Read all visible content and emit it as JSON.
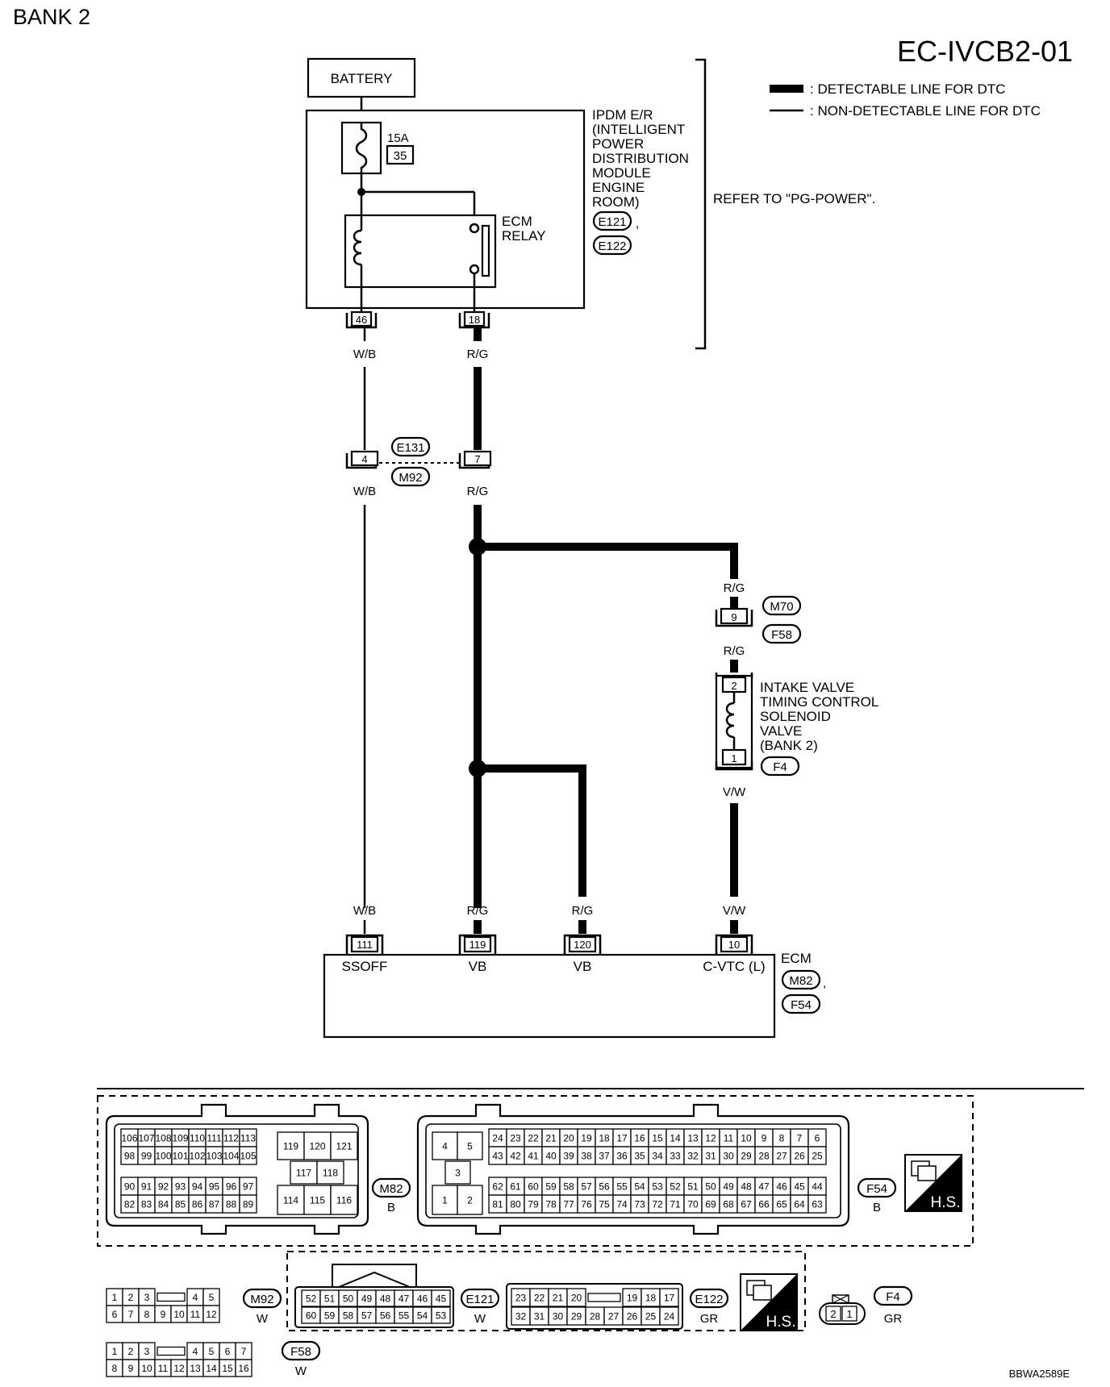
{
  "page": {
    "bank_label": "BANK 2",
    "diagram_code": "EC-IVCB2-01",
    "footer_code": "BBWA2589E"
  },
  "legend": {
    "detectable": ": DETECTABLE LINE FOR DTC",
    "non_detectable": ": NON-DETECTABLE LINE FOR DTC"
  },
  "battery": {
    "label": "BATTERY"
  },
  "ipdm": {
    "name_lines": [
      "IPDM E/R",
      "(INTELLIGENT",
      "POWER",
      "DISTRIBUTION",
      "MODULE",
      "ENGINE",
      "ROOM)"
    ],
    "connectors": [
      "E121",
      "E122"
    ],
    "fuse_rating": "15A",
    "fuse_number": "35",
    "relay_lines": [
      "ECM",
      "RELAY"
    ],
    "refer_text": "REFER TO \"PG-POWER\".",
    "terminals": [
      "46",
      "18"
    ]
  },
  "wires": {
    "wb": "W/B",
    "rg": "R/G",
    "vw": "V/W"
  },
  "joint_connector": {
    "connectors": [
      "E131",
      "M92"
    ],
    "terminals": [
      "4",
      "7"
    ]
  },
  "solenoid_connector": {
    "connectors": [
      "M70",
      "F58"
    ],
    "terminal": "9"
  },
  "solenoid": {
    "name_lines": [
      "INTAKE VALVE",
      "TIMING CONTROL",
      "SOLENOID",
      "VALVE",
      "(BANK 2)"
    ],
    "connector": "F4",
    "terminals": [
      "2",
      "1"
    ]
  },
  "ecm": {
    "name": "ECM",
    "connectors": [
      "M82",
      "F54"
    ],
    "terminals": [
      {
        "number": "111",
        "signal": "SSOFF"
      },
      {
        "number": "119",
        "signal": "VB"
      },
      {
        "number": "120",
        "signal": "VB"
      },
      {
        "number": "10",
        "signal": "C-VTC (L)"
      }
    ]
  },
  "connector_views": {
    "m82": {
      "id": "M82",
      "color": "B",
      "top_row": [
        "106",
        "107",
        "108",
        "109",
        "110",
        "111",
        "112",
        "113"
      ],
      "row2": [
        "98",
        "99",
        "100",
        "101",
        "102",
        "103",
        "104",
        "105"
      ],
      "row3": [
        "90",
        "91",
        "92",
        "93",
        "94",
        "95",
        "96",
        "97"
      ],
      "row4": [
        "82",
        "83",
        "84",
        "85",
        "86",
        "87",
        "88",
        "89"
      ],
      "block_a": [
        "119",
        "120",
        "121"
      ],
      "block_b": [
        "117",
        "118"
      ],
      "block_c": [
        "114",
        "115",
        "116"
      ]
    },
    "f54": {
      "id": "F54",
      "color": "B",
      "left_a": [
        "4",
        "5"
      ],
      "left_b": [
        "3"
      ],
      "left_c": [
        "1",
        "2"
      ],
      "row1": [
        "24",
        "23",
        "22",
        "21",
        "20",
        "19",
        "18",
        "17",
        "16",
        "15",
        "14",
        "13",
        "12",
        "11",
        "10",
        "9",
        "8",
        "7",
        "6"
      ],
      "row2": [
        "43",
        "42",
        "41",
        "40",
        "39",
        "38",
        "37",
        "36",
        "35",
        "34",
        "33",
        "32",
        "31",
        "30",
        "29",
        "28",
        "27",
        "26",
        "25"
      ],
      "row3": [
        "62",
        "61",
        "60",
        "59",
        "58",
        "57",
        "56",
        "55",
        "54",
        "53",
        "52",
        "51",
        "50",
        "49",
        "48",
        "47",
        "46",
        "45",
        "44"
      ],
      "row4": [
        "81",
        "80",
        "79",
        "78",
        "77",
        "76",
        "75",
        "74",
        "73",
        "72",
        "71",
        "70",
        "69",
        "68",
        "67",
        "66",
        "65",
        "64",
        "63"
      ]
    },
    "hs_label": "H.S.",
    "m92": {
      "id": "M92",
      "color": "W",
      "row1": [
        "1",
        "2",
        "3",
        "",
        "4",
        "5"
      ],
      "row2": [
        "6",
        "7",
        "8",
        "9",
        "10",
        "11",
        "12"
      ]
    },
    "e121": {
      "id": "E121",
      "color": "W",
      "row1": [
        "52",
        "51",
        "50",
        "49",
        "48",
        "47",
        "46",
        "45"
      ],
      "row2": [
        "60",
        "59",
        "58",
        "57",
        "56",
        "55",
        "54",
        "53"
      ]
    },
    "e122": {
      "id": "E122",
      "color": "GR",
      "row1": [
        "23",
        "22",
        "21",
        "20",
        "",
        "19",
        "18",
        "17"
      ],
      "row2": [
        "32",
        "31",
        "30",
        "29",
        "28",
        "27",
        "26",
        "25",
        "24"
      ]
    },
    "f4": {
      "id": "F4",
      "color": "GR",
      "pins": [
        "2",
        "1"
      ]
    },
    "f58": {
      "id": "F58",
      "color": "W",
      "row1": [
        "1",
        "2",
        "3",
        "",
        "4",
        "5",
        "6",
        "7"
      ],
      "row2": [
        "8",
        "9",
        "10",
        "11",
        "12",
        "13",
        "14",
        "15",
        "16"
      ]
    }
  }
}
